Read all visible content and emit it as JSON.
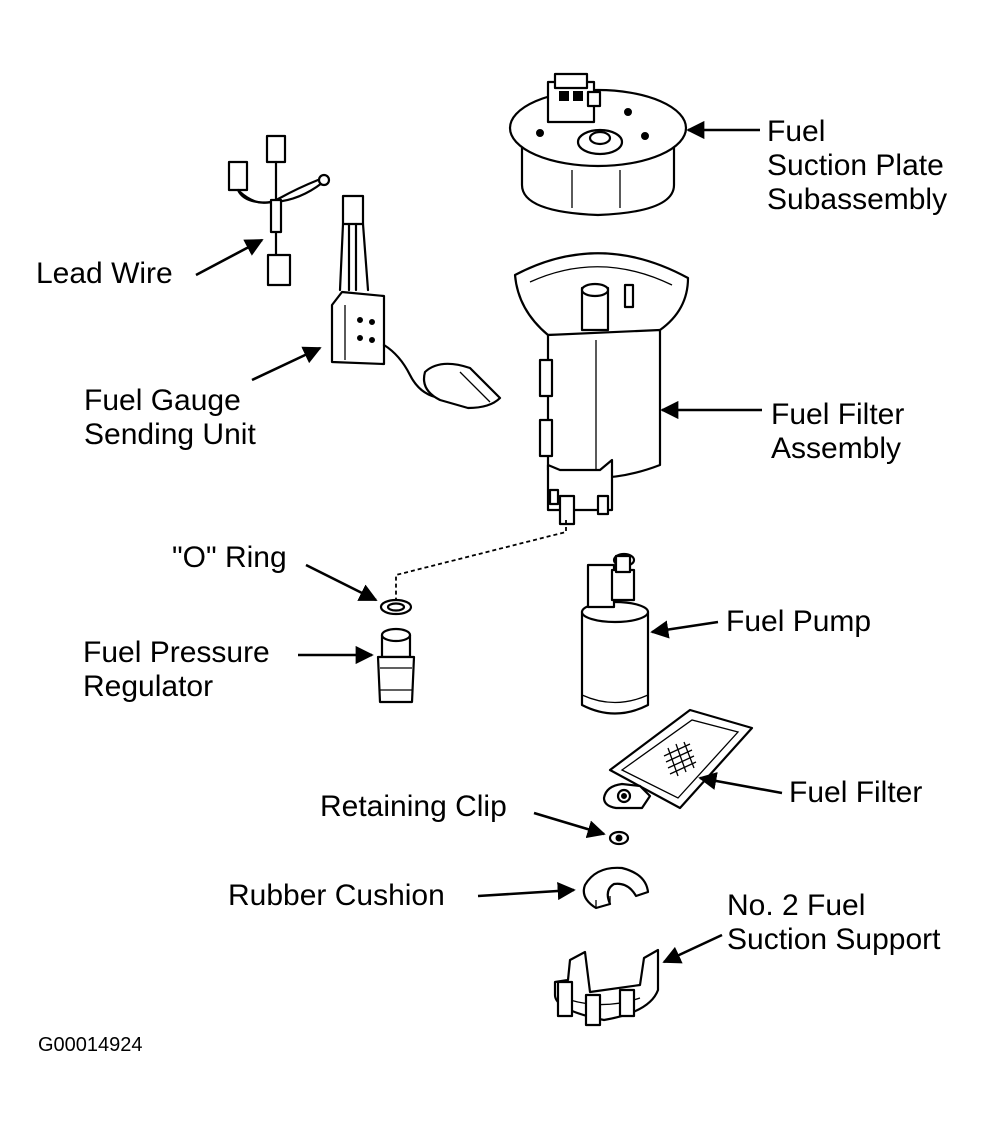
{
  "labels": {
    "fuel_suction_plate_1": "Fuel",
    "fuel_suction_plate_2": "Suction Plate",
    "fuel_suction_plate_3": "Subassembly",
    "lead_wire": "Lead Wire",
    "fuel_gauge_1": "Fuel Gauge",
    "fuel_gauge_2": "Sending Unit",
    "fuel_filter_assembly_1": "Fuel Filter",
    "fuel_filter_assembly_2": "Assembly",
    "o_ring": "\"O\" Ring",
    "fuel_pressure_1": "Fuel Pressure",
    "fuel_pressure_2": "Regulator",
    "fuel_pump": "Fuel Pump",
    "fuel_filter": "Fuel Filter",
    "retaining_clip": "Retaining Clip",
    "rubber_cushion": "Rubber Cushion",
    "suction_support_1": "No. 2 Fuel",
    "suction_support_2": "Suction Support"
  },
  "figure_code": "G00014924"
}
